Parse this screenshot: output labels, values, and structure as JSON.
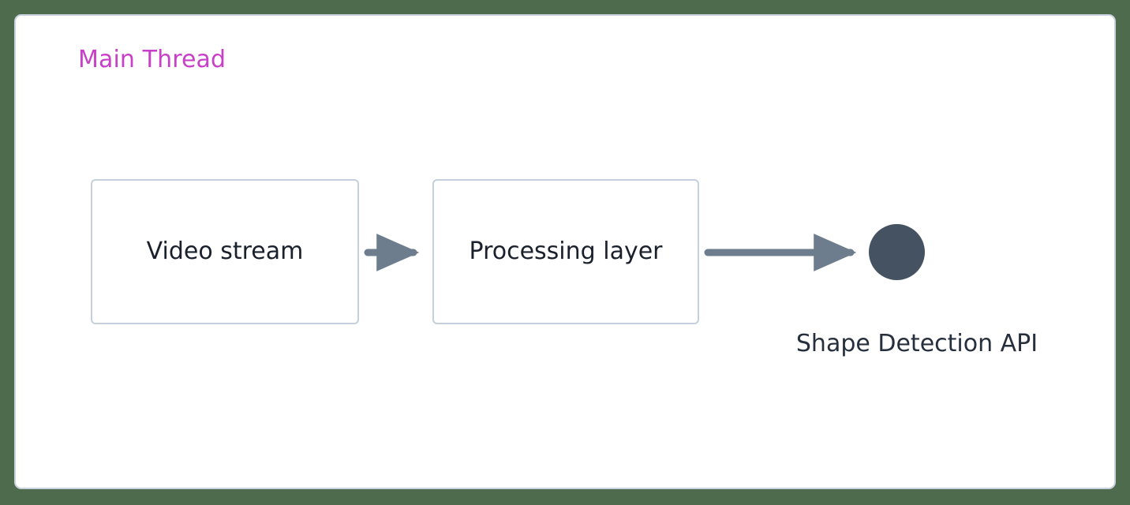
{
  "diagram": {
    "type": "flowchart",
    "orientation": "left-to-right",
    "background_color": "#4e6b4e",
    "panel_color": "#ffffff",
    "panel_border_color": "#c7d2dd",
    "cluster": {
      "title": "Main Thread",
      "title_color": "#c83fc8"
    },
    "nodes": [
      {
        "id": "video-stream",
        "label": "Video stream",
        "shape": "rounded-rectangle",
        "fill": "#ffffff",
        "border_color": "#c4d0dc",
        "text_color": "#1b212c"
      },
      {
        "id": "processing-layer",
        "label": "Processing layer",
        "shape": "rounded-rectangle",
        "fill": "#ffffff",
        "border_color": "#c4d0dc",
        "text_color": "#1b212c"
      },
      {
        "id": "shape-detection-api",
        "label": "Shape Detection API",
        "shape": "circle",
        "fill": "#445261",
        "text_color": "#252f3d"
      }
    ],
    "edges": [
      {
        "id": "edge-video-to-processing",
        "from": "video-stream",
        "to": "processing-layer",
        "label": "",
        "color": "#6d7d8d",
        "arrowhead": "triangle"
      },
      {
        "id": "edge-processing-to-api",
        "from": "processing-layer",
        "to": "shape-detection-api",
        "label": "",
        "color": "#6d7d8d",
        "arrowhead": "triangle"
      }
    ]
  }
}
